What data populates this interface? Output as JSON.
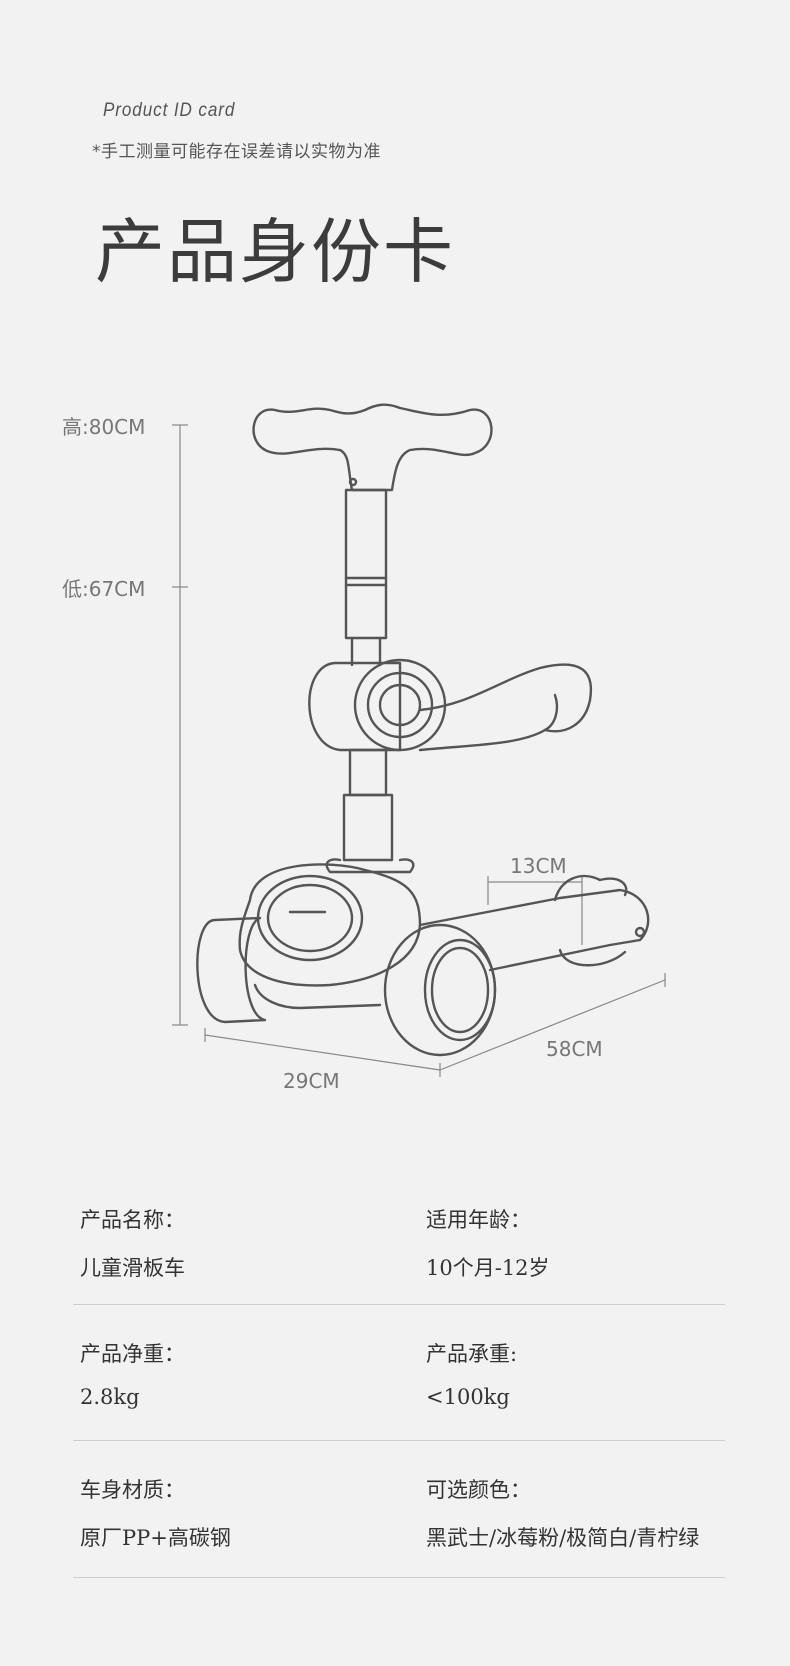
{
  "header": {
    "subtitle": "Product ID card",
    "note": "*手工测量可能存在误差请以实物为准",
    "title": "产品身份卡"
  },
  "dimensions": {
    "height_high": "高:80CM",
    "height_low": "低:67CM",
    "deck_width": "13CM",
    "length": "58CM",
    "width": "29CM"
  },
  "specs": [
    {
      "label": "产品名称：",
      "value": "儿童滑板车"
    },
    {
      "label": "适用年龄：",
      "value": "10个月-12岁"
    },
    {
      "label": "产品净重：",
      "value": "2.8kg"
    },
    {
      "label": "产品承重:",
      "value": "<100kg"
    },
    {
      "label": "车身材质：",
      "value": "原厂PP+高碳钢"
    },
    {
      "label": "可选颜色：",
      "value": "黑武士/冰莓粉/极简白/青柠绿"
    }
  ]
}
